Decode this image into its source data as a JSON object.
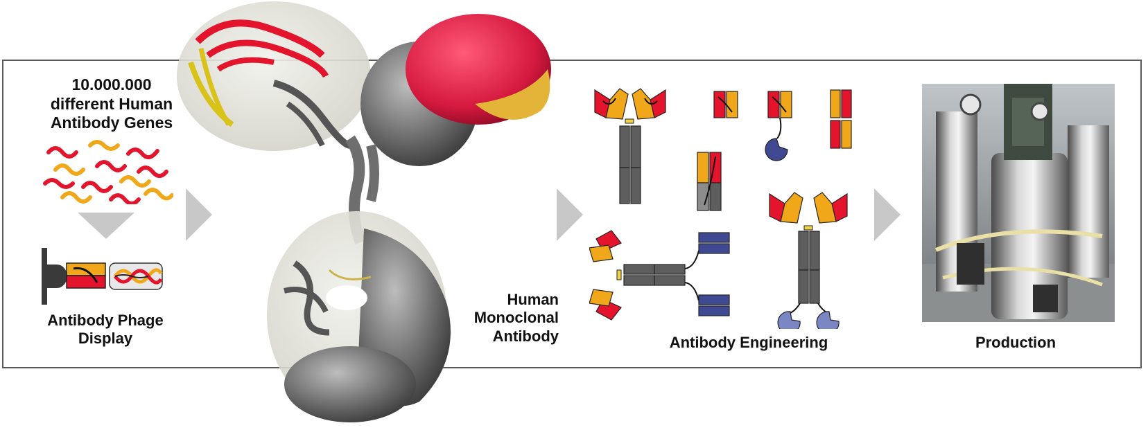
{
  "labels": {
    "genes_line1": "10.000.000",
    "genes_line2": "different Human",
    "genes_line3": "Antibody Genes",
    "phage_line1": "Antibody Phage",
    "phage_line2": "Display",
    "mab_line1": "Human",
    "mab_line2": "Monoclonal",
    "mab_line3": "Antibody",
    "engineering": "Antibody Engineering",
    "production": "Production"
  },
  "colors": {
    "red": "#e3142b",
    "orange": "#f0a81a",
    "gray_domain": "#5e5e5e",
    "blue_domain": "#3f4a92",
    "light_blue_domain": "#7b87c4",
    "arrow": "#c8c8c8",
    "frame": "#5a5a5a",
    "crimson_surface": "#d5193f",
    "gold_surface": "#e3b437"
  }
}
